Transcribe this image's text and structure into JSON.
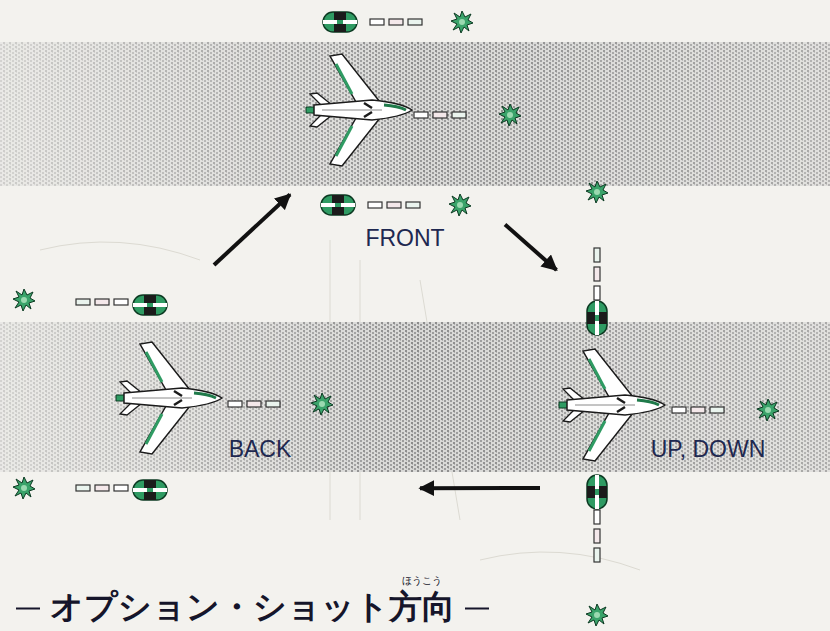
{
  "diagram": {
    "title": "オプション・ショット方向",
    "nodes": [
      {
        "text": [
          "FRONT"
        ]
      },
      {
        "text": [
          "UP, DOWN"
        ]
      },
      {
        "text": [
          "BACK"
        ]
      }
    ],
    "edges": [
      {
        "from": 0,
        "to": 1,
        "arrow": "to"
      },
      {
        "from": 1,
        "to": 2,
        "arrow": "to"
      },
      {
        "from": 2,
        "to": 0,
        "arrow": "to"
      }
    ],
    "labels": [
      "ほうこう"
    ]
  }
}
